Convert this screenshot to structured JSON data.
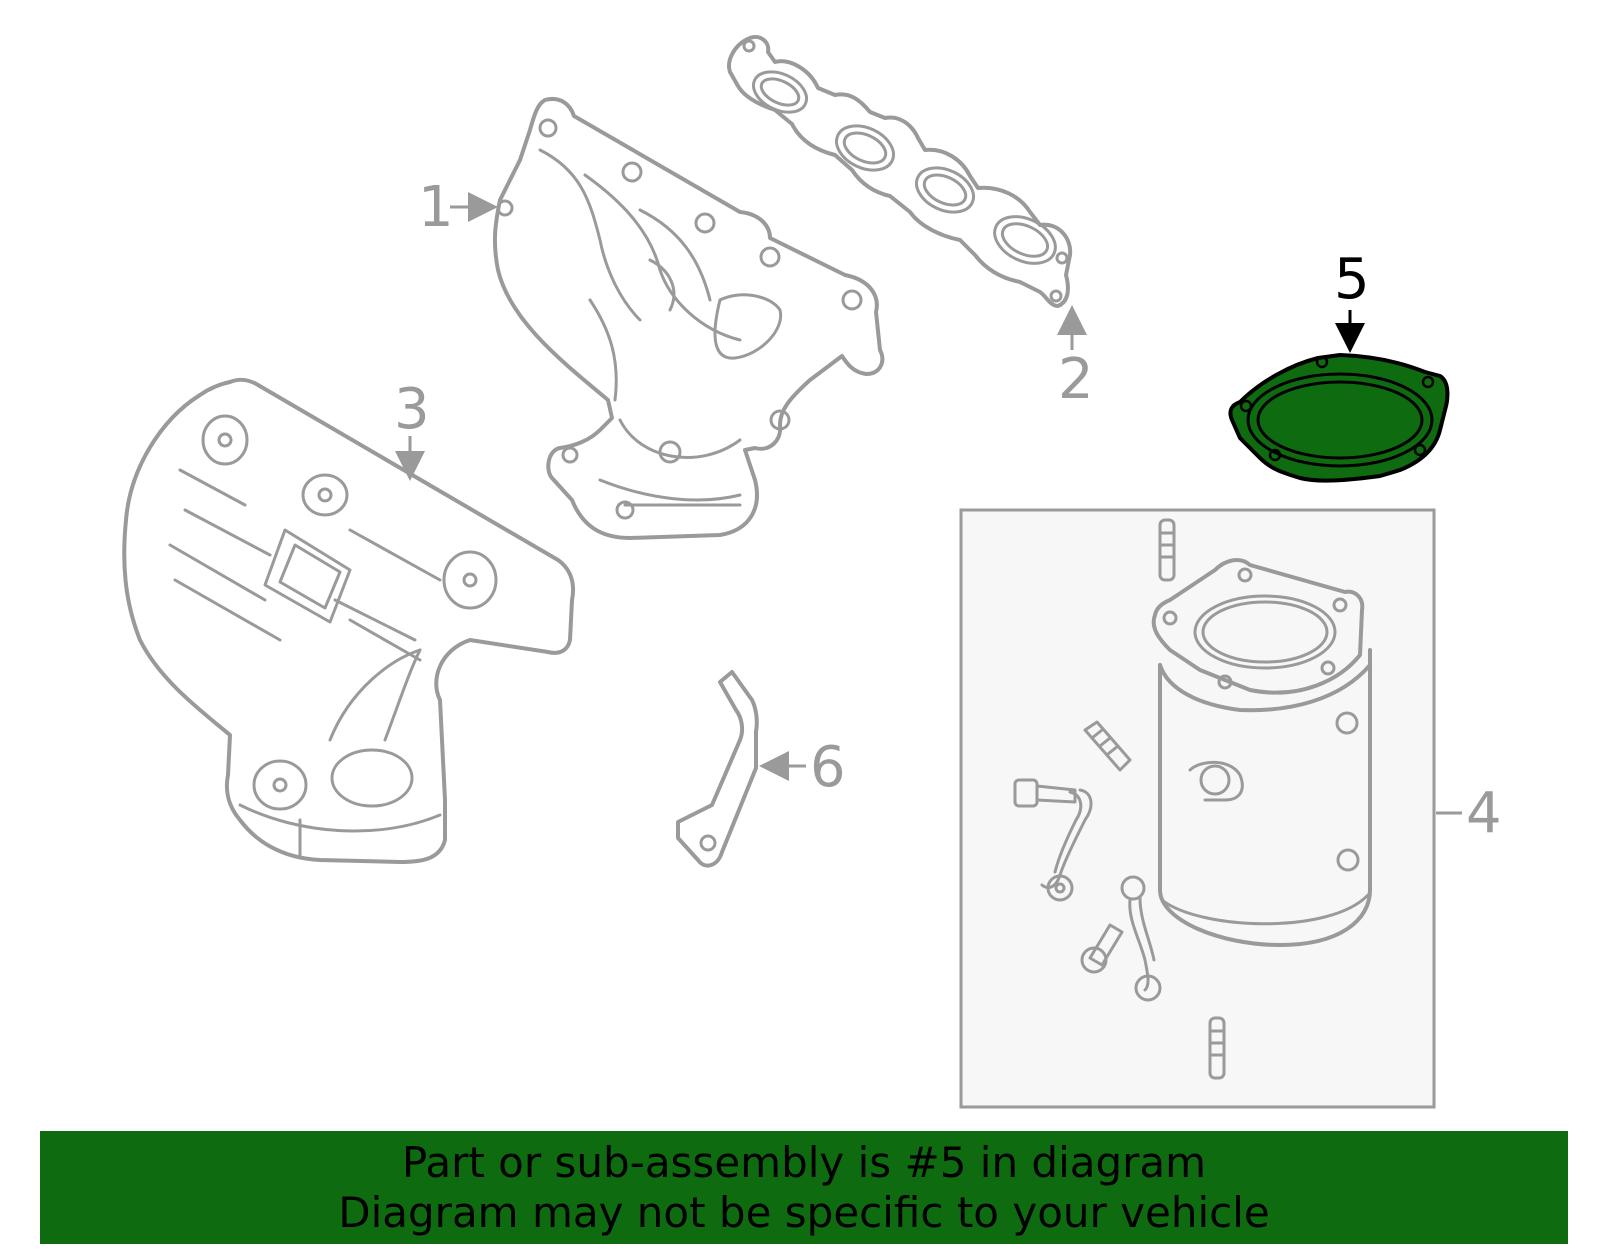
{
  "callouts": [
    {
      "number": "1"
    },
    {
      "number": "2"
    },
    {
      "number": "3"
    },
    {
      "number": "4"
    },
    {
      "number": "5"
    },
    {
      "number": "6"
    }
  ],
  "highlight": {
    "number": "5",
    "color": "#0f6b0f"
  },
  "banner": {
    "line1": "Part or sub-assembly is #5 in diagram",
    "line2": "Diagram may not be specific to your vehicle",
    "color": "#0f6b0f"
  }
}
